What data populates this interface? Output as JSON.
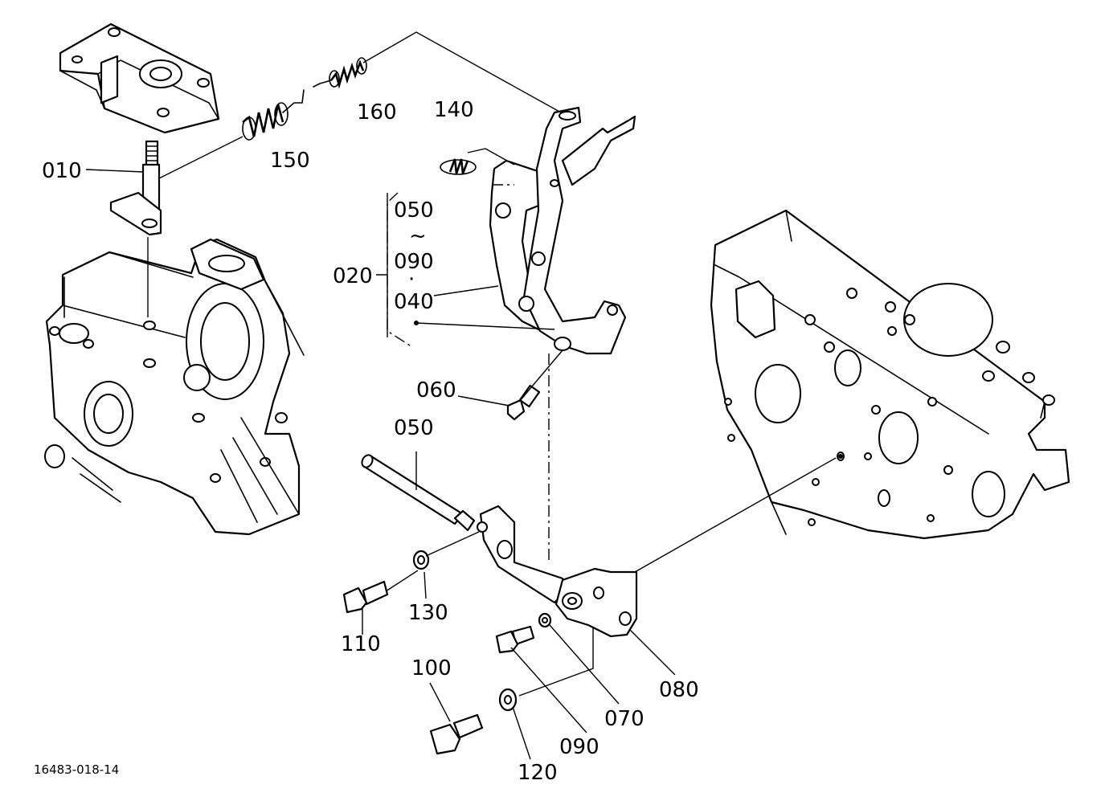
{
  "labels": {
    "p010": "010",
    "p020": "020",
    "p050a": "050",
    "tilde": "~",
    "p090a": "090",
    "dot": "·",
    "p040": "040",
    "p140": "140",
    "p150": "150",
    "p160": "160",
    "p060": "060",
    "p050b": "050",
    "p130": "130",
    "p110": "110",
    "p100": "100",
    "p120": "120",
    "p090b": "090",
    "p070": "070",
    "p080": "080"
  },
  "reference_code": "16483-018-14"
}
